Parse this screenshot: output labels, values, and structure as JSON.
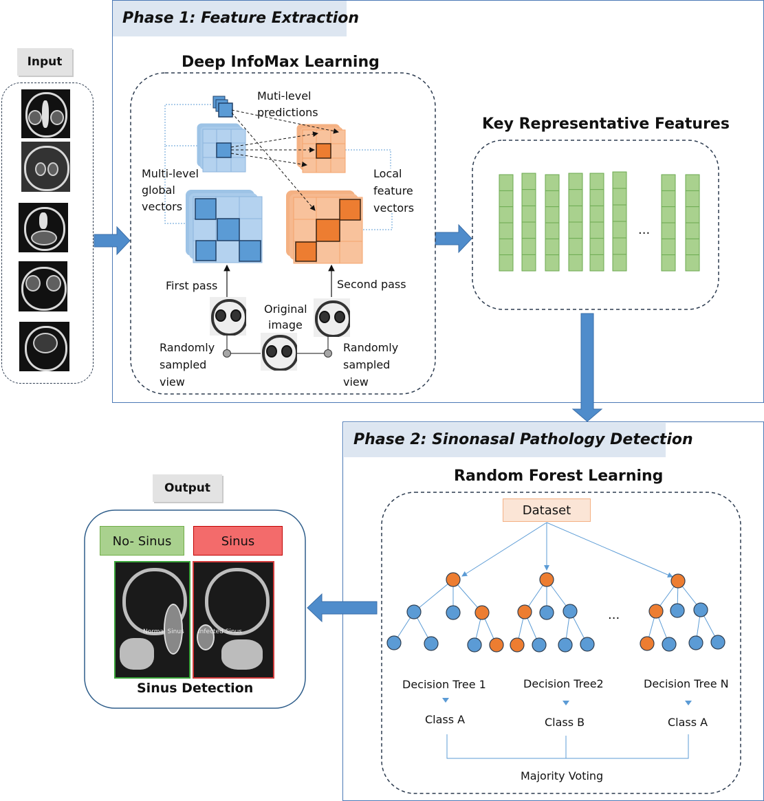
{
  "input_label": "Input",
  "phase1": {
    "title": "Phase 1: Feature Extraction",
    "section_title": "Deep InfoMax Learning",
    "labels": {
      "multi_level_predictions_1": "Muti-level",
      "multi_level_predictions_2": "predictions",
      "global_vectors_1": "Multi-level",
      "global_vectors_2": "global",
      "global_vectors_3": "vectors",
      "local_vectors_1": "Local",
      "local_vectors_2": "feature",
      "local_vectors_3": "vectors",
      "first_pass": "First pass",
      "second_pass": "Second pass",
      "original_image_1": "Original",
      "original_image_2": "image",
      "random_view_left_1": "Randomly",
      "random_view_left_2": "sampled",
      "random_view_left_3": "view",
      "random_view_right_1": "Randomly",
      "random_view_right_2": "sampled",
      "random_view_right_3": "view"
    }
  },
  "features": {
    "title": "Key Representative Features",
    "ellipsis": "..."
  },
  "phase2": {
    "title": "Phase 2: Sinonasal Pathology Detection",
    "section_title": "Random Forest Learning",
    "dataset": "Dataset",
    "ellipsis": "...",
    "trees": [
      {
        "label": "Decision Tree 1",
        "class": "Class A"
      },
      {
        "label": "Decision Tree2",
        "class": "Class B"
      },
      {
        "label": "Decision Tree N",
        "class": "Class A"
      }
    ],
    "voting": "Majority Voting"
  },
  "output": {
    "label": "Output",
    "no_sinus": "No- Sinus",
    "sinus": "Sinus",
    "normal_caption": "Normal Sinus",
    "infected_caption": "Infected Sinus",
    "title": "Sinus Detection"
  },
  "colors": {
    "phase_border": "#4a78b5",
    "arrow_fill": "#4f8ccb",
    "blue_node": "#5b9bd5",
    "orange_node": "#ed7d31",
    "feature_green": "#a9d18e",
    "no_sinus_fill": "#a9d18e",
    "sinus_fill": "#f36b6b"
  }
}
